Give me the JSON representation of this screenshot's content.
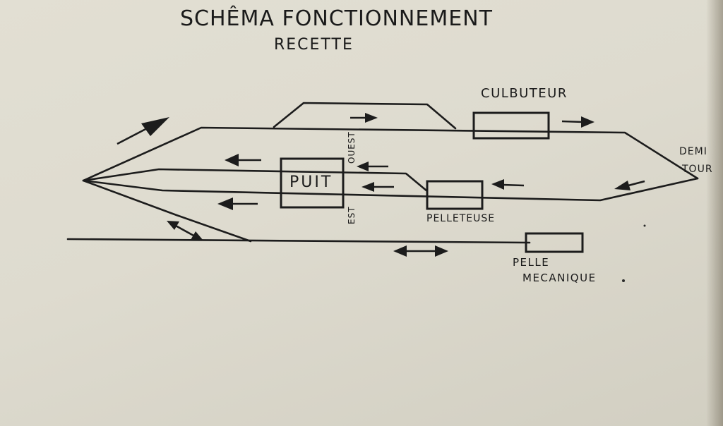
{
  "title": {
    "line1": "SCHÊMA FONCTIONNEMENT",
    "line2": "RECETTE"
  },
  "labels": {
    "culbuteur": "CULBUTEUR",
    "demi_tour_line1": "DEMI",
    "demi_tour_line2": "TOUR",
    "puit": "PUIT",
    "ouest": "OUEST",
    "est": "EST",
    "pelleteuse": "PELLETEUSE",
    "pelle_line1": "PELLE",
    "pelle_line2": "MECANIQUE"
  },
  "colors": {
    "ink": "#1c1c1c",
    "paper": "#dedbcf"
  }
}
